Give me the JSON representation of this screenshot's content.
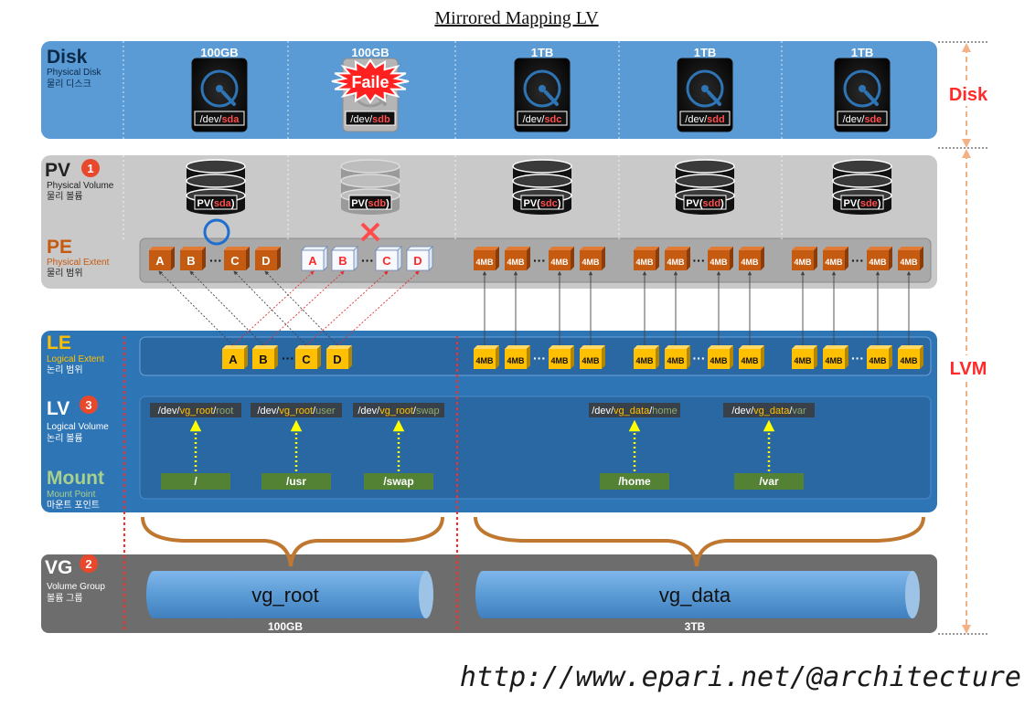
{
  "title": "Mirrored Mapping LV",
  "url": "http://www.epari.net/@architecture",
  "colors": {
    "disk_panel": "#5b9bd5",
    "pv_panel": "#c9c9c9",
    "lvm_panel": "#2e75b6",
    "vg_panel": "#6d6d6d",
    "pe_block": "#c55a11",
    "le_block": "#ffc000",
    "accent_red": "#ff3b3b",
    "mount_green": "#548235",
    "arc_brown": "#c07830",
    "range_orange": "#f4b183"
  },
  "sections": {
    "disk": {
      "title": "Disk",
      "sub1": "Physical Disk",
      "sub2": "물리 디스크"
    },
    "pv": {
      "title": "PV",
      "badge": "1",
      "sub1": "Physical Volume",
      "sub2": "물리 볼륨"
    },
    "pe": {
      "title": "PE",
      "sub1": "Physical Extent",
      "sub2": "물리 범위"
    },
    "le": {
      "title": "LE",
      "sub1": "Logical Extent",
      "sub2": "논리 범위"
    },
    "lv": {
      "title": "LV",
      "badge": "3",
      "sub1": "Logical Volume",
      "sub2": "논리 볼륨"
    },
    "mount": {
      "title": "Mount",
      "sub1": "Mount Point",
      "sub2": "마운트 포인트"
    },
    "vg": {
      "title": "VG",
      "badge": "2",
      "sub1": "Volume Group",
      "sub2": "볼륨 그룹"
    }
  },
  "right_labels": {
    "disk": "Disk",
    "lvm": "LVM"
  },
  "disks": [
    {
      "size": "100GB",
      "prefix": "/dev/",
      "dev": "sda",
      "pv_prefix": "PV(",
      "pv_suffix": ")",
      "failed": false
    },
    {
      "size": "100GB",
      "prefix": "/dev/",
      "dev": "sdb",
      "pv_prefix": "PV(",
      "pv_suffix": ")",
      "failed": true,
      "fail_label": "Faile"
    },
    {
      "size": "1TB",
      "prefix": "/dev/",
      "dev": "sdc",
      "pv_prefix": "PV(",
      "pv_suffix": ")",
      "failed": false
    },
    {
      "size": "1TB",
      "prefix": "/dev/",
      "dev": "sdd",
      "pv_prefix": "PV(",
      "pv_suffix": ")",
      "failed": false
    },
    {
      "size": "1TB",
      "prefix": "/dev/",
      "dev": "sde",
      "pv_prefix": "PV(",
      "pv_suffix": ")",
      "failed": false
    }
  ],
  "pe_root_labels": [
    "A",
    "B",
    "C",
    "D"
  ],
  "pe_data_label": "4MB",
  "ellipsis": "···",
  "le_root_labels": [
    "A",
    "B",
    "C",
    "D"
  ],
  "le_data_label": "4MB",
  "lvs": [
    {
      "p1": "/dev/",
      "vg": "vg_root",
      "sep": "/",
      "lv": "root",
      "mount": "/"
    },
    {
      "p1": "/dev/",
      "vg": "vg_root",
      "sep": "/",
      "lv": "user",
      "mount": "/usr"
    },
    {
      "p1": "/dev/",
      "vg": "vg_root",
      "sep": "/",
      "lv": "swap",
      "mount": "/swap"
    },
    {
      "p1": "/dev/",
      "vg": "vg_data",
      "sep": "/",
      "lv": "home",
      "mount": "/home"
    },
    {
      "p1": "/dev/",
      "vg": "vg_data",
      "sep": "/",
      "lv": "var",
      "mount": "/var"
    }
  ],
  "vgs": [
    {
      "name": "vg_root",
      "size": "100GB"
    },
    {
      "name": "vg_data",
      "size": "3TB"
    }
  ]
}
